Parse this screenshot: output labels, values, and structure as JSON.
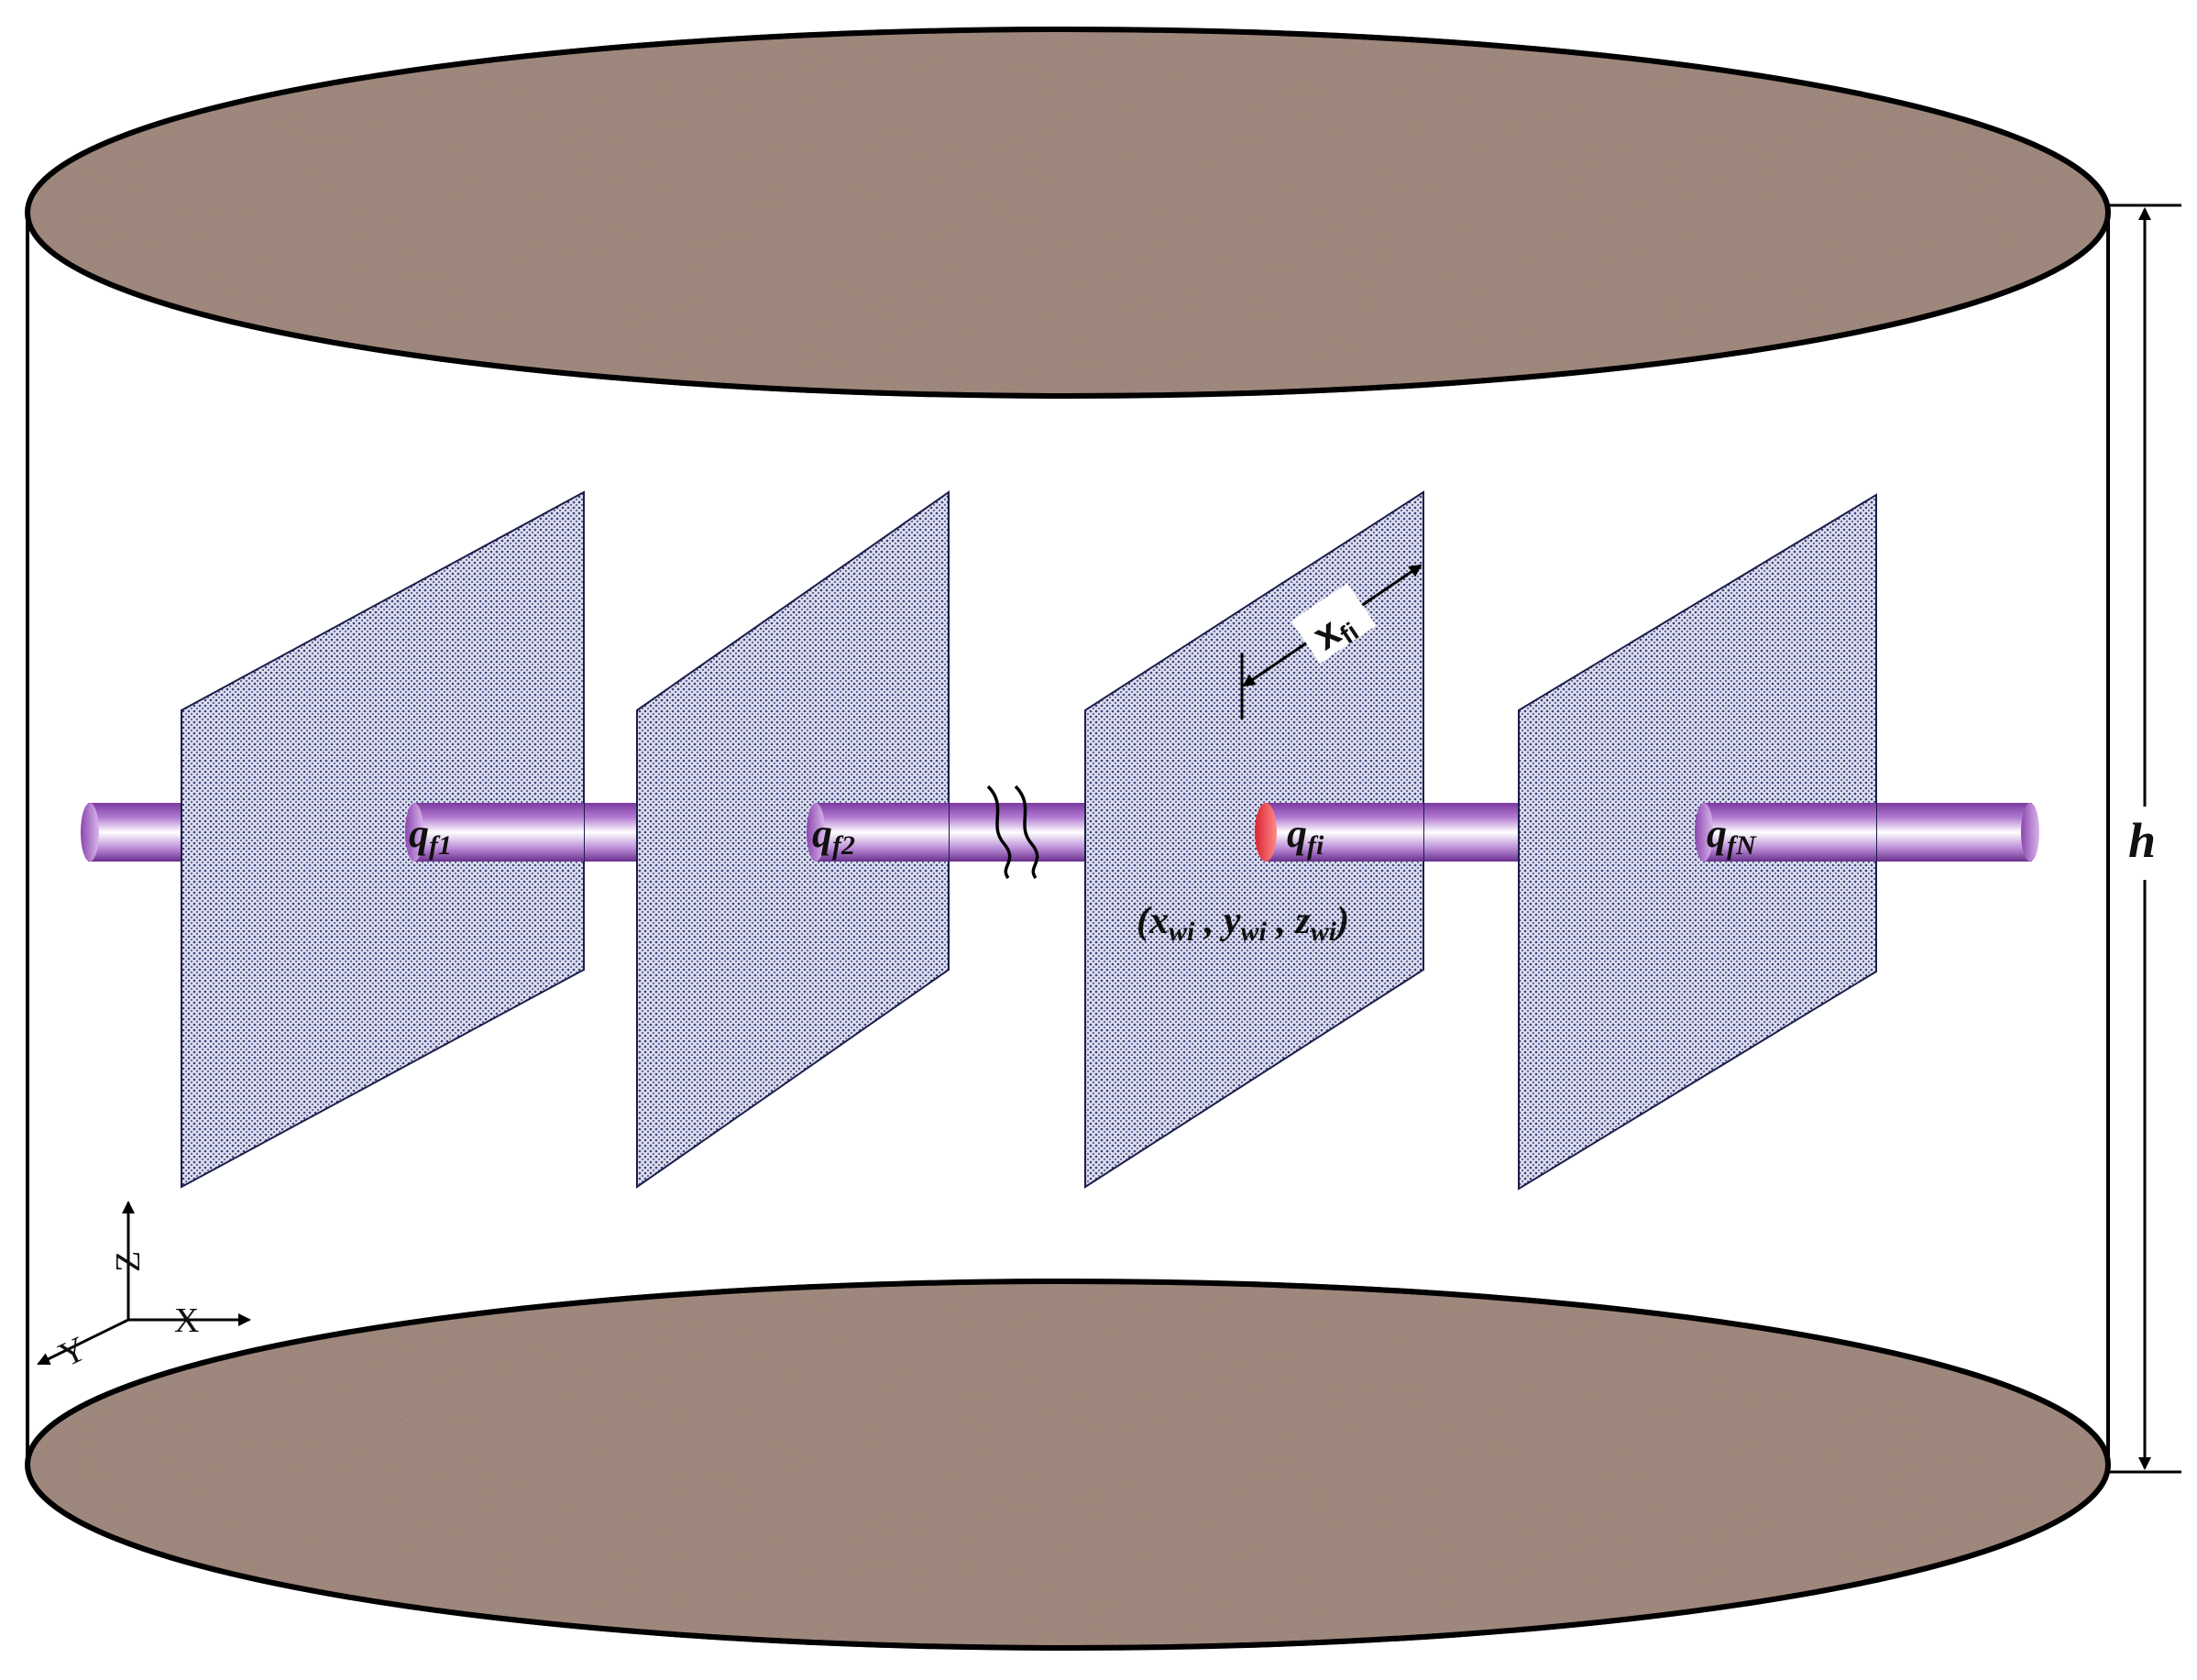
{
  "diagram": {
    "fracture_labels": [
      {
        "base": "q",
        "sub": "f1"
      },
      {
        "base": "q",
        "sub": "f2"
      },
      {
        "base": "q",
        "sub": "fi"
      },
      {
        "base": "q",
        "sub": "fN"
      }
    ],
    "coordinate_label": {
      "open": "(",
      "x": "x",
      "x_sub": "wi",
      "sep1": " , ",
      "y": "y",
      "y_sub": "wi",
      "sep2": " , ",
      "z": "z",
      "z_sub": "wi",
      "close": ")"
    },
    "half_length_label": {
      "base": "x",
      "sub": "fi"
    },
    "height_label": "h",
    "axes": {
      "z": "Z",
      "x": "X",
      "y": "Y"
    },
    "colors": {
      "rock": "#9c8274",
      "fracture_fill": "#c9cbe0",
      "wellbore": "#a35bc2",
      "active_marker": "#e8323c",
      "outline": "#000000"
    }
  }
}
